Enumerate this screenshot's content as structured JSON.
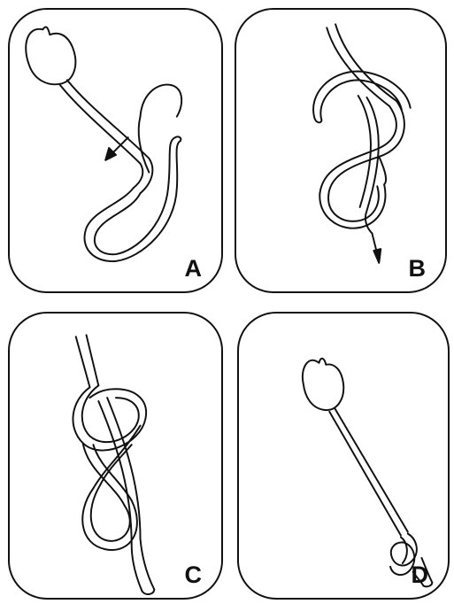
{
  "panels": [
    {
      "id": "A",
      "label": "A"
    },
    {
      "id": "B",
      "label": "B"
    },
    {
      "id": "C",
      "label": "C"
    },
    {
      "id": "D",
      "label": "D"
    }
  ],
  "colors": {
    "stroke": "#111111",
    "background": "#ffffff"
  }
}
